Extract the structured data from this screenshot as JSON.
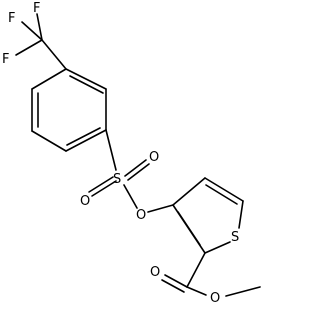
{
  "molecule": {
    "atoms": {
      "f1": "F",
      "f2": "F",
      "f3": "F",
      "s_sulfonyl": "S",
      "o_sulfonyl_1": "O",
      "o_sulfonyl_2": "O",
      "o_ester_link": "O",
      "s_thiophene": "S",
      "o_carbonyl": "O",
      "o_methoxy": "O"
    }
  }
}
